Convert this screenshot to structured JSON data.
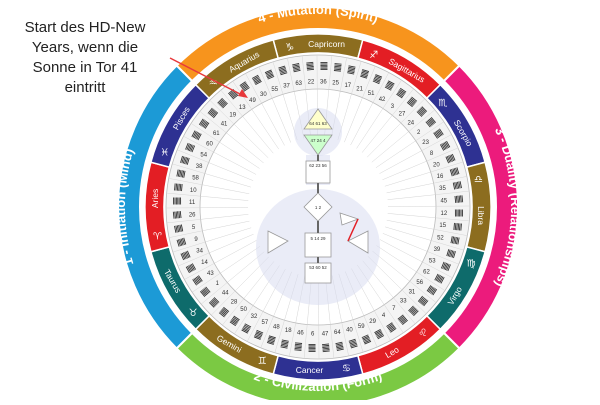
{
  "callout": {
    "lines": [
      "Start des HD-New",
      "Years, wenn die",
      "Sonne in Tor 41",
      "eintritt"
    ],
    "arrow_color": "#e8383b"
  },
  "quarters": [
    {
      "label": "4 - Mutation (Spirit)",
      "color": "#f7941d"
    },
    {
      "label": "3 - Duality (Relationships)",
      "color": "#ec1b7c"
    },
    {
      "label": "2 - Civilization (Form)",
      "color": "#7bc943"
    },
    {
      "label": "1 - Initiation (Mind)",
      "color": "#1c9ad6"
    }
  ],
  "zodiac": [
    {
      "name": "Capricorn",
      "glyph": "♑",
      "color": "#8c6d1f"
    },
    {
      "name": "Sagittarius",
      "glyph": "♐",
      "color": "#e31e24"
    },
    {
      "name": "Scorpio",
      "glyph": "♏",
      "color": "#2e3192"
    },
    {
      "name": "Libra",
      "glyph": "♎",
      "color": "#8c6d1f"
    },
    {
      "name": "Virgo",
      "glyph": "♍",
      "color": "#0e6b6b"
    },
    {
      "name": "Leo",
      "glyph": "♌",
      "color": "#e31e24"
    },
    {
      "name": "Cancer",
      "glyph": "♋",
      "color": "#2e3192"
    },
    {
      "name": "Gemini",
      "glyph": "♊",
      "color": "#8c6d1f"
    },
    {
      "name": "Taurus",
      "glyph": "♉",
      "color": "#0e6b6b"
    },
    {
      "name": "Aries",
      "glyph": "♈",
      "color": "#e31e24"
    },
    {
      "name": "Pisces",
      "glyph": "♓",
      "color": "#2e3192"
    },
    {
      "name": "Aquarius",
      "glyph": "♒",
      "color": "#8c6d1f"
    }
  ],
  "gates": [
    41,
    19,
    13,
    49,
    30,
    55,
    37,
    63,
    22,
    36,
    25,
    17,
    21,
    51,
    42,
    3,
    27,
    24,
    2,
    23,
    8,
    20,
    16,
    35,
    45,
    12,
    15,
    52,
    39,
    53,
    62,
    56,
    31,
    33,
    7,
    4,
    29,
    59,
    40,
    64,
    47,
    6,
    46,
    18,
    48,
    57,
    32,
    50,
    28,
    44,
    1,
    43,
    14,
    34,
    9,
    5,
    26,
    11,
    10,
    58,
    38,
    54,
    60,
    61
  ],
  "bodygraph": {
    "head": "64 61 63",
    "ajna": "47 24 4",
    "throat": "62 23 56",
    "g_center": "1 2",
    "sacral": "5 14 29",
    "root": "53 60 52"
  },
  "colors": {
    "ring_bg": "#f4f4f4",
    "gate_text": "#333333",
    "spoke": "#c9c9c9",
    "body_fill": "#d9dcf0",
    "center_fill": "#ffffff"
  }
}
